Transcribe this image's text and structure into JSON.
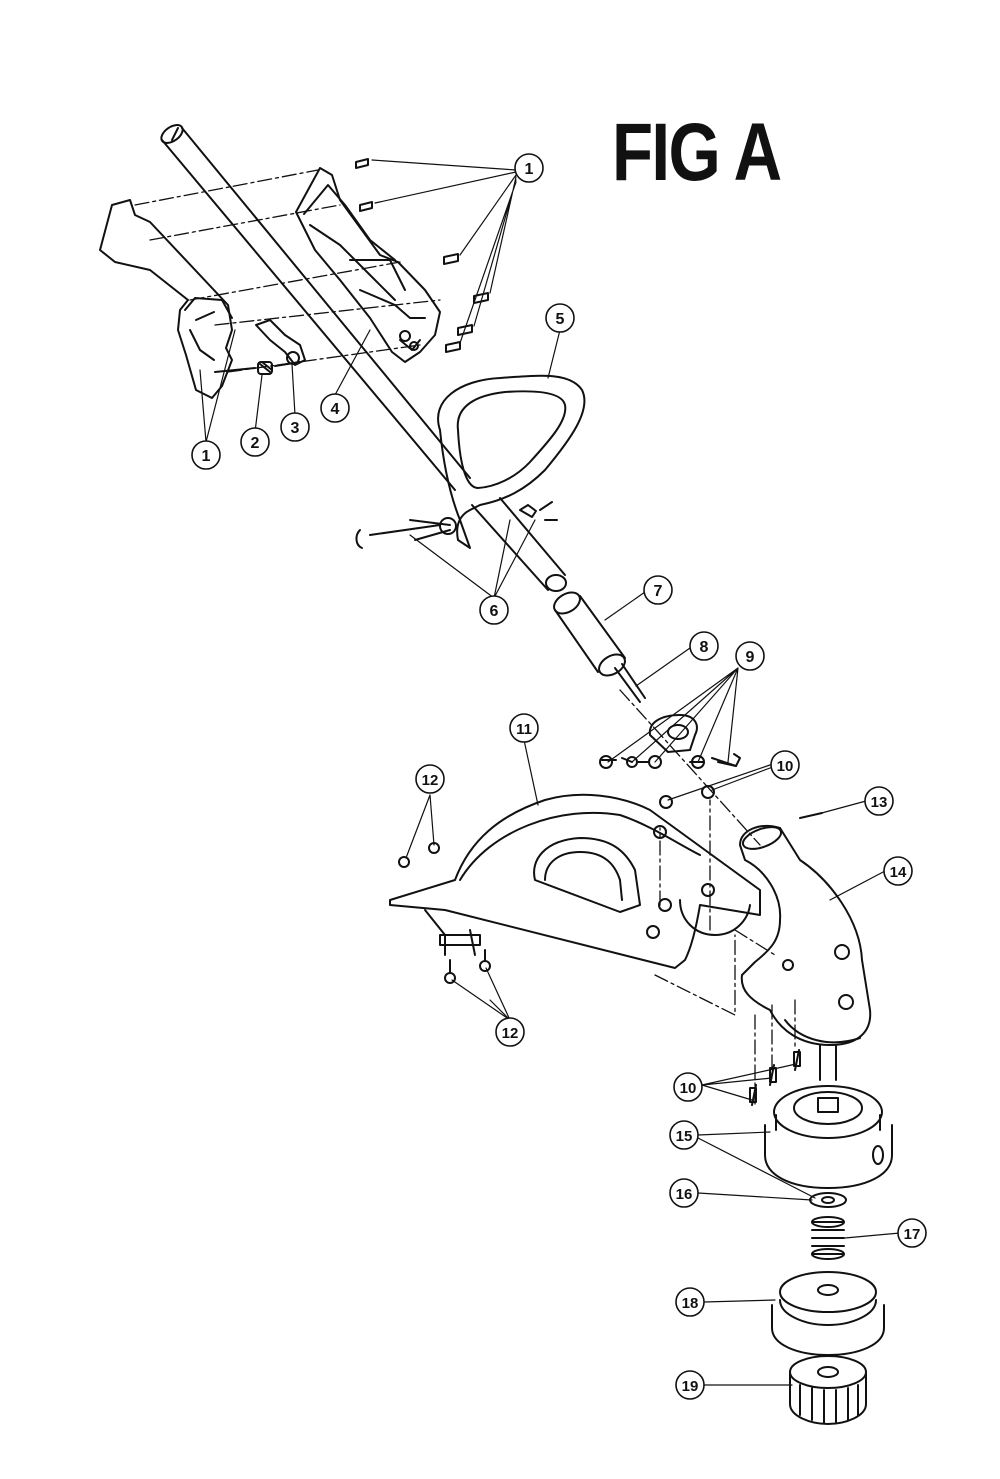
{
  "figure": {
    "title": "FIG A"
  },
  "callouts": [
    {
      "id": "c1a",
      "label": "1"
    },
    {
      "id": "c1b",
      "label": "1"
    },
    {
      "id": "c2",
      "label": "2"
    },
    {
      "id": "c3",
      "label": "3"
    },
    {
      "id": "c4",
      "label": "4"
    },
    {
      "id": "c5",
      "label": "5"
    },
    {
      "id": "c6",
      "label": "6"
    },
    {
      "id": "c7",
      "label": "7"
    },
    {
      "id": "c8",
      "label": "8"
    },
    {
      "id": "c9",
      "label": "9"
    },
    {
      "id": "c10a",
      "label": "10"
    },
    {
      "id": "c10b",
      "label": "10"
    },
    {
      "id": "c11",
      "label": "11"
    },
    {
      "id": "c12a",
      "label": "12"
    },
    {
      "id": "c12b",
      "label": "12"
    },
    {
      "id": "c13",
      "label": "13"
    },
    {
      "id": "c14",
      "label": "14"
    },
    {
      "id": "c15",
      "label": "15"
    },
    {
      "id": "c16",
      "label": "16"
    },
    {
      "id": "c17",
      "label": "17"
    },
    {
      "id": "c18",
      "label": "18"
    },
    {
      "id": "c19",
      "label": "19"
    }
  ],
  "colors": {
    "ink": "#111111",
    "paper": "#ffffff"
  }
}
